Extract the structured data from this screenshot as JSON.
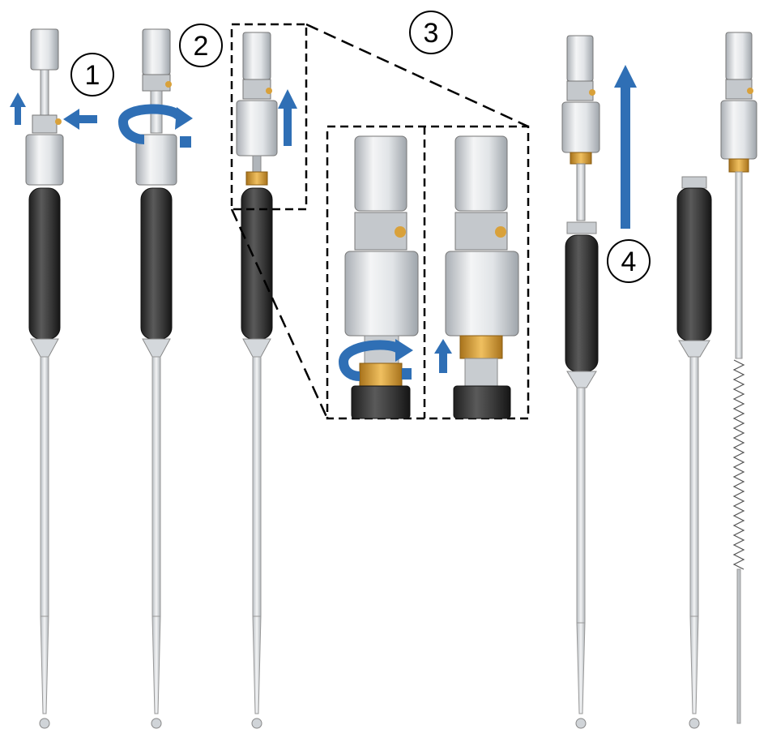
{
  "steps": [
    {
      "number": "1"
    },
    {
      "number": "2"
    },
    {
      "number": "3"
    },
    {
      "number": "4"
    }
  ],
  "colors": {
    "arrow_blue": "#2f6fb5",
    "arrow_blue_dark": "#1c4f8a",
    "handle_dark": "#3c3c3c",
    "metal_light": "#e2e5e8",
    "metal_mid": "#b9bec4",
    "brass": "#d9a13a",
    "brass_dark": "#a8731c",
    "outline": "#222222"
  },
  "icons": [
    "arrow-up-icon",
    "arrow-left-icon",
    "rotate-arrow-icon",
    "long-arrow-up-icon"
  ]
}
